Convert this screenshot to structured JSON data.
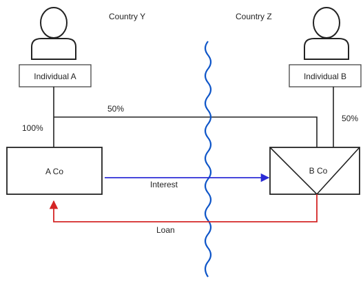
{
  "countries": {
    "left": "Country Y",
    "right": "Country Z"
  },
  "individuals": {
    "a": "Individual A",
    "b": "Individual B"
  },
  "companies": {
    "a": "A Co",
    "b": "B Co"
  },
  "ownership": {
    "a_to_aco": "100%",
    "a_to_bco": "50%",
    "b_to_bco": "50%"
  },
  "flows": {
    "interest": "Interest",
    "loan": "Loan"
  },
  "colors": {
    "interest": "#2b2bd6",
    "loan": "#d42525",
    "border": "#0e55c8",
    "line": "#222222"
  }
}
